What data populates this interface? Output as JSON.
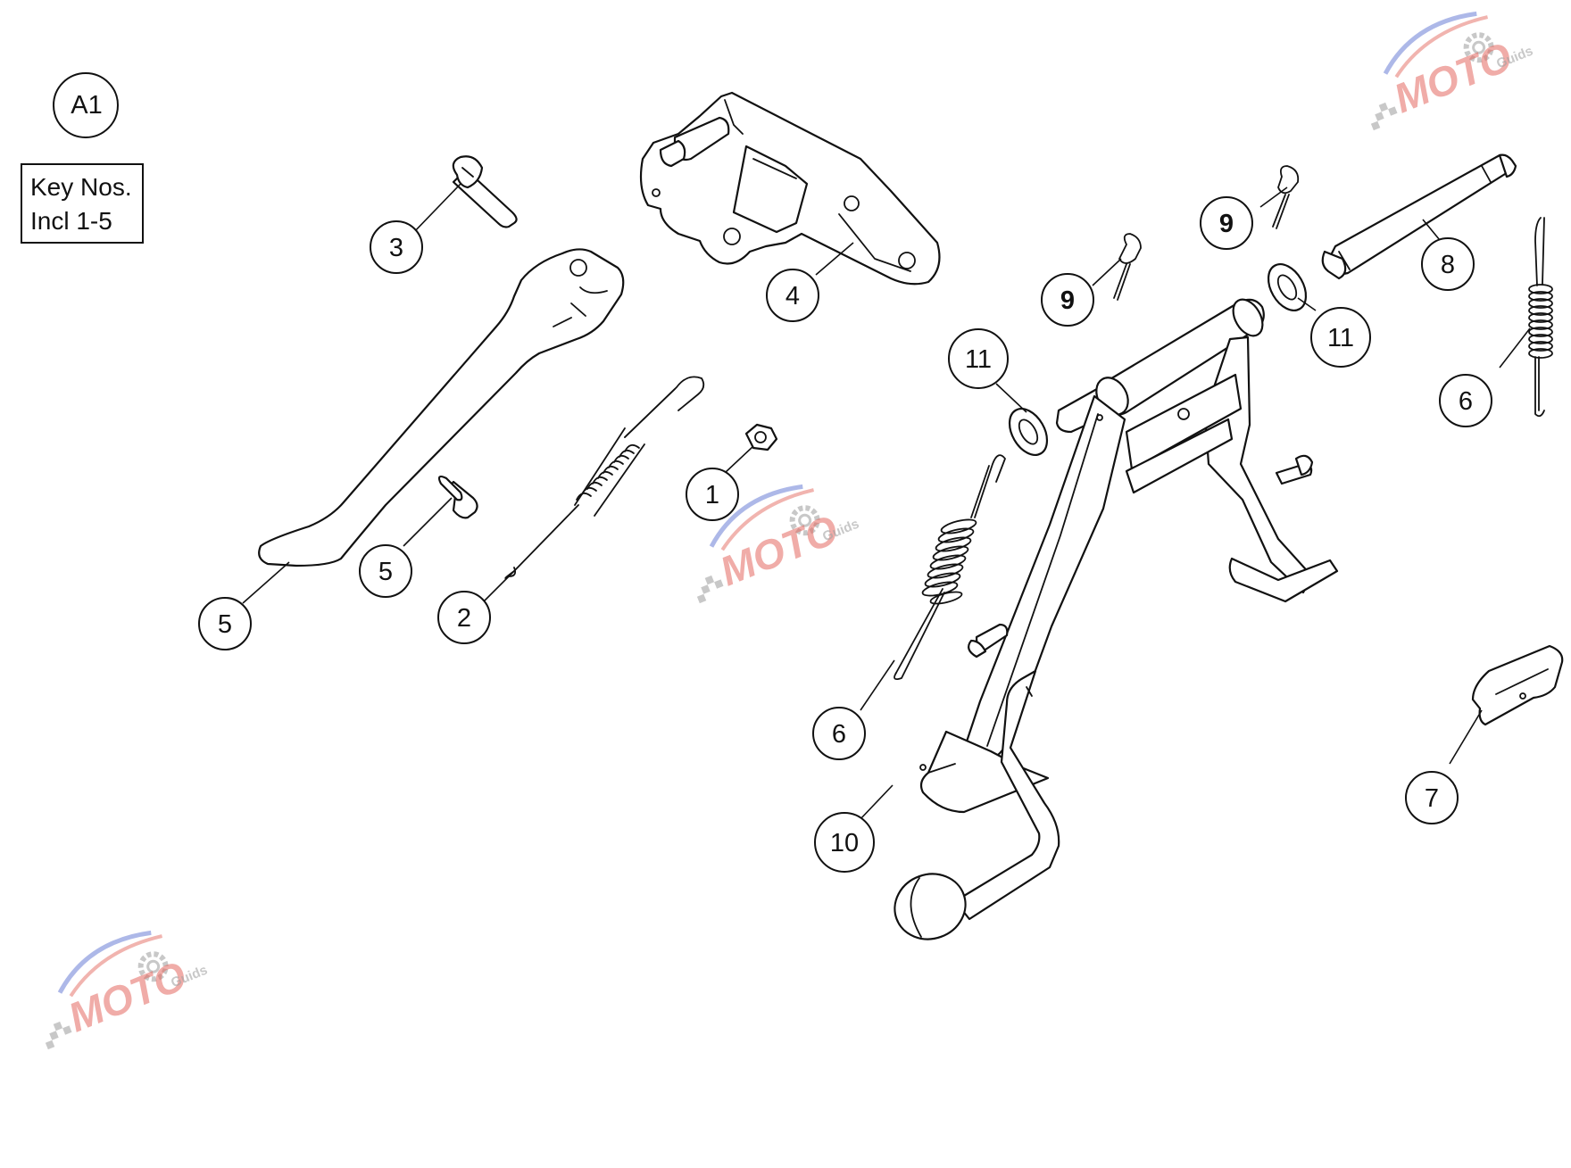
{
  "group_callout": "A1",
  "key_box": {
    "line1": "Key Nos.",
    "line2": "Incl 1-5"
  },
  "callouts": {
    "c1": "1",
    "c2": "2",
    "c3": "3",
    "c4": "4",
    "c5a": "5",
    "c5b": "5",
    "c6a": "6",
    "c6b": "6",
    "c7": "7",
    "c8": "8",
    "c9a": "9",
    "c9b": "9",
    "c10": "10",
    "c11a": "11",
    "c11b": "11"
  },
  "watermark": {
    "text": "MOTO",
    "sub": "Guids",
    "colors": {
      "red": "#e0584e",
      "blue": "#5a6fd0",
      "gray": "#9a9a9a"
    }
  }
}
